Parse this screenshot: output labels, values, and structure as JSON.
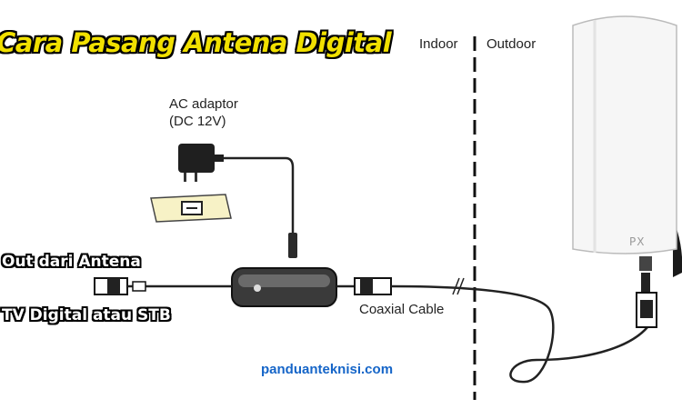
{
  "title": "Cara Pasang Antena Digital",
  "zones": {
    "indoor": "Indoor",
    "outdoor": "Outdoor"
  },
  "labels": {
    "ac_adaptor_line1": "AC adaptor",
    "ac_adaptor_line2": "(DC 12V)",
    "out_antena": "Out dari Antena",
    "tv_stb": "TV Digital atau STB",
    "coaxial": "Coaxial Cable",
    "website": "panduanteknisi.com"
  },
  "antenna_logo": "PX"
}
